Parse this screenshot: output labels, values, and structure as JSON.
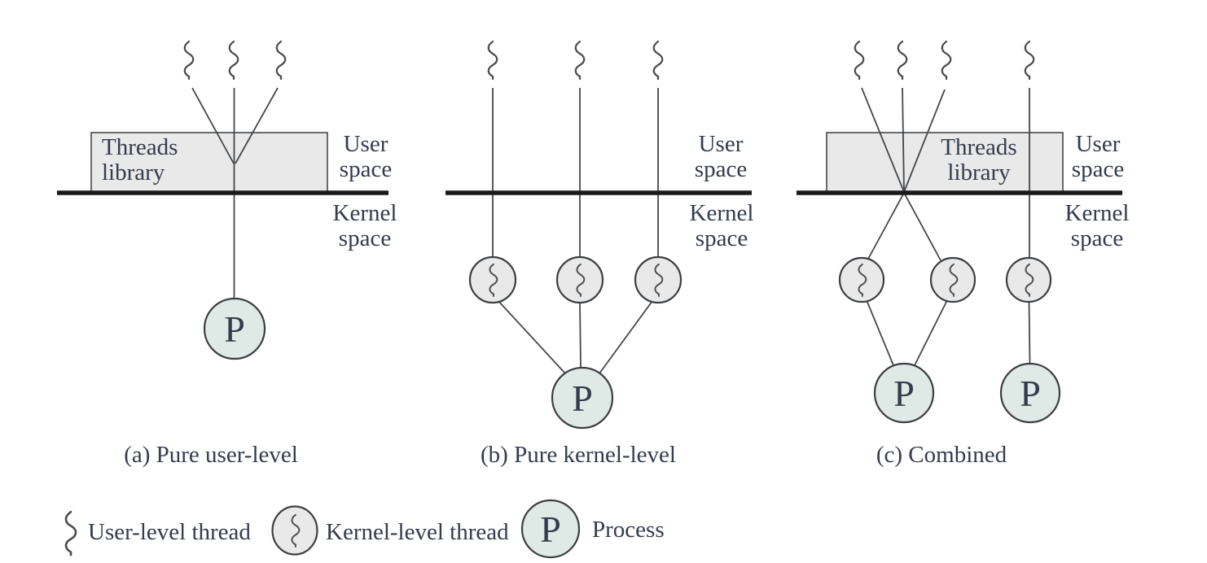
{
  "panels": [
    {
      "caption": "(a) Pure user-level",
      "box_label": {
        "line1": "Threads",
        "line2": "library"
      },
      "user_thread_count": 3,
      "kernel_thread_count": 0,
      "process_count": 1
    },
    {
      "caption": "(b) Pure kernel-level",
      "user_thread_count": 3,
      "kernel_thread_count": 3,
      "process_count": 1
    },
    {
      "caption": "(c) Combined",
      "box_label": {
        "line1": "Threads",
        "line2": "library"
      },
      "user_thread_count": 4,
      "kernel_thread_count": 3,
      "process_count": 2
    }
  ],
  "region_labels": {
    "user_line1": "User",
    "user_line2": "space",
    "kernel_line1": "Kernel",
    "kernel_line2": "space"
  },
  "process_letter": "P",
  "legend": {
    "user_level_thread_label": "User-level thread",
    "kernel_level_thread_label": "Kernel-level thread",
    "process_label": "Process"
  },
  "colors": {
    "background": "#ffffff",
    "process_fill": "#dfe9e6",
    "thread_fill": "#e9e9e9",
    "library_box_fill": "#e9e9e9",
    "stroke": "#44474b",
    "kernel_boundary": "#1a1a1a",
    "text": "#333b4d"
  }
}
